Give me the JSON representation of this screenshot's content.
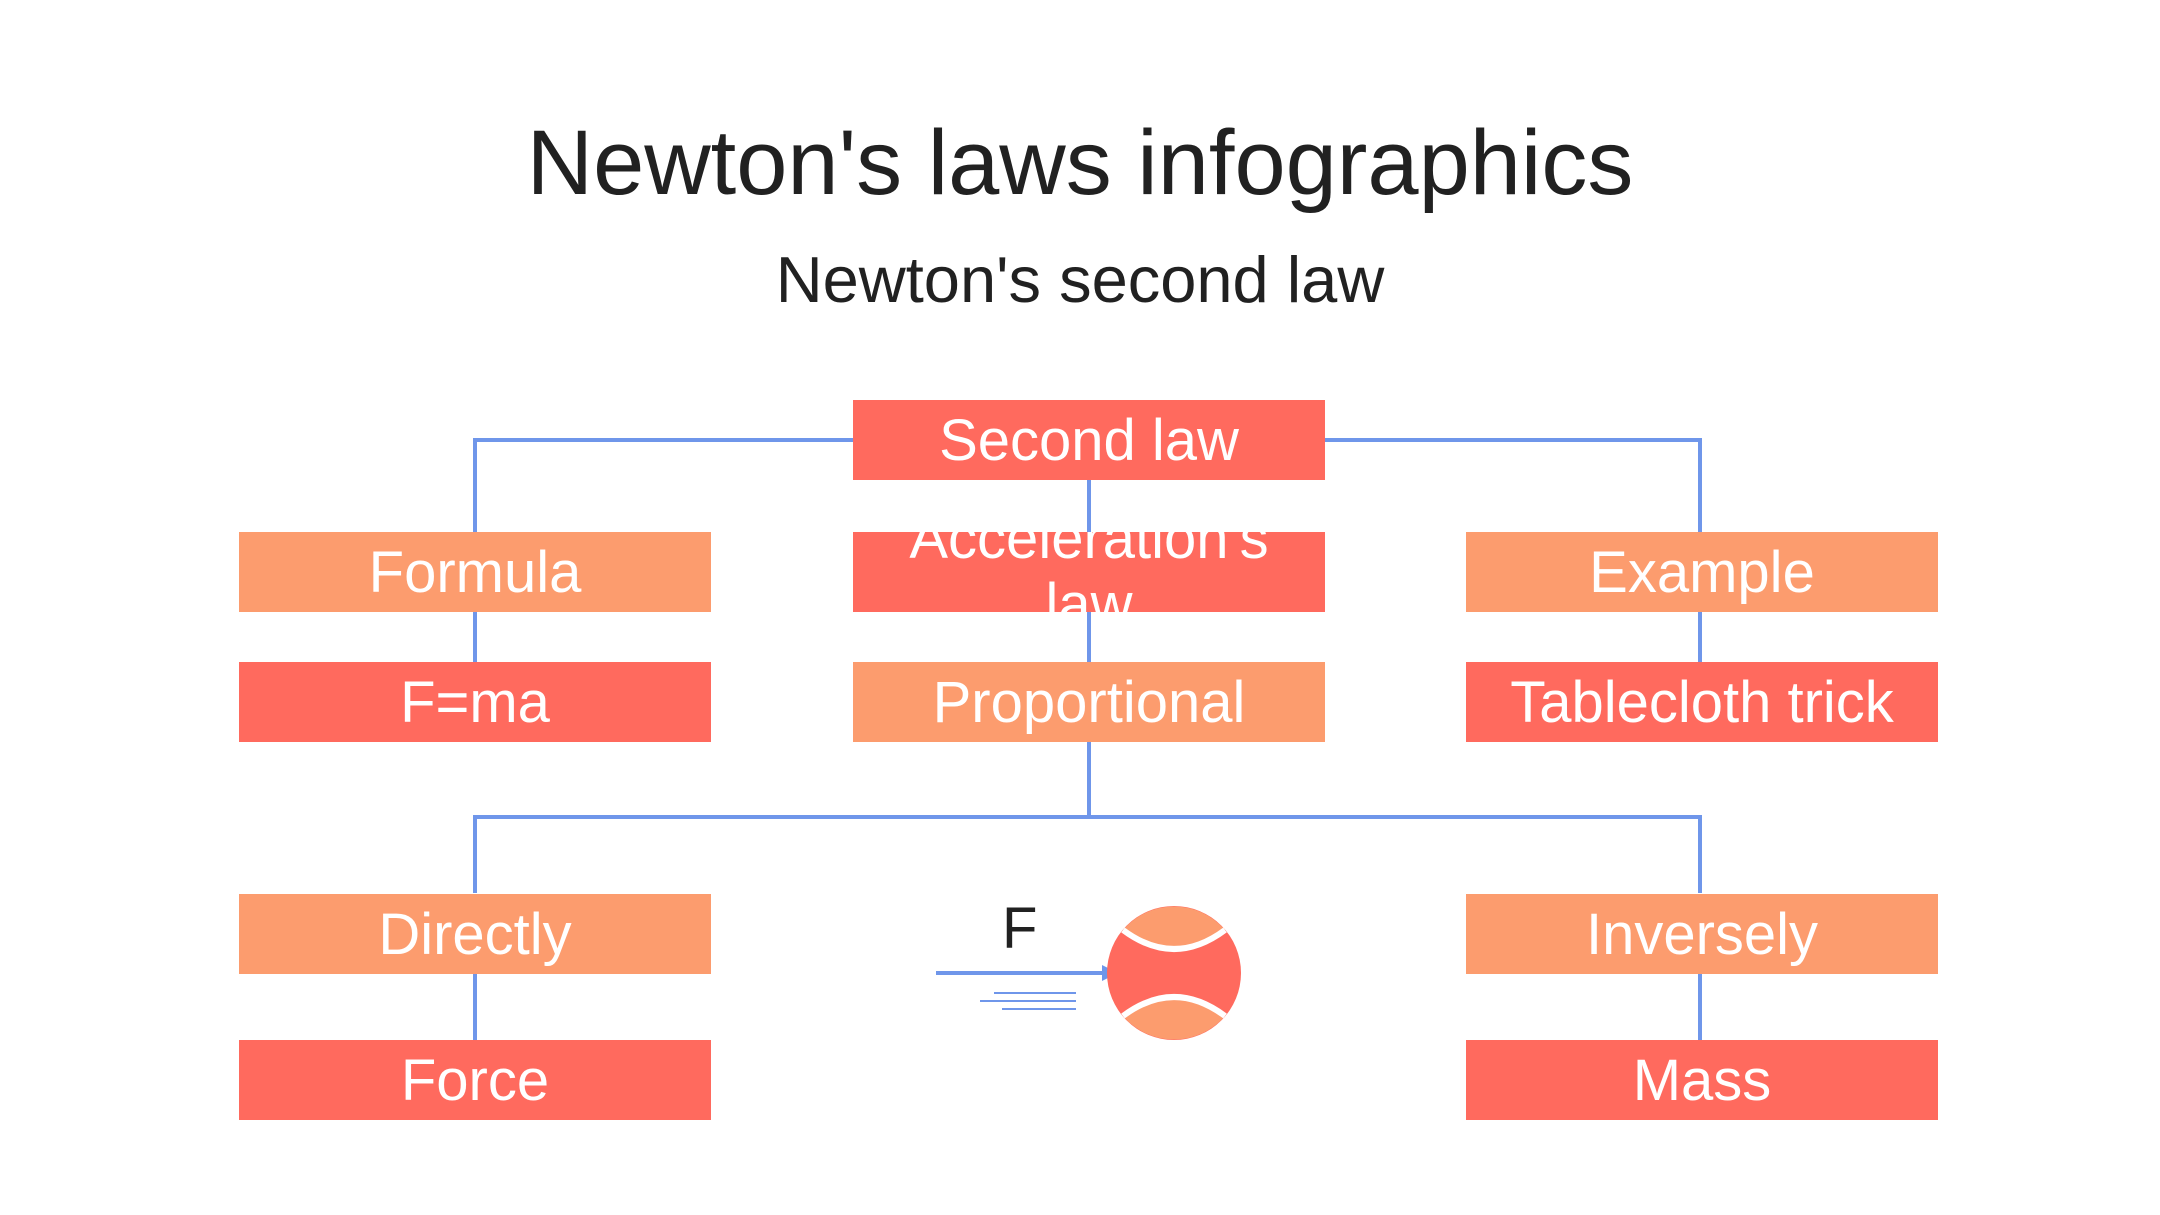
{
  "title": "Newton's laws infographics",
  "subtitle": "Newton's second law",
  "colors": {
    "red": "#ff6a5e",
    "orange": "#fc9c6e",
    "connector": "#6f96ea"
  },
  "diagram": {
    "root": "Second law",
    "row1": {
      "left": "Formula",
      "center": "Acceleration's law",
      "right": "Example"
    },
    "row2": {
      "left": "F=ma",
      "center": "Proportional",
      "right": "Tablecloth trick"
    },
    "row3": {
      "left": "Directly",
      "right": "Inversely"
    },
    "row4": {
      "left": "Force",
      "right": "Mass"
    },
    "illustration": {
      "force_label": "F",
      "icon": "ball-icon"
    }
  }
}
